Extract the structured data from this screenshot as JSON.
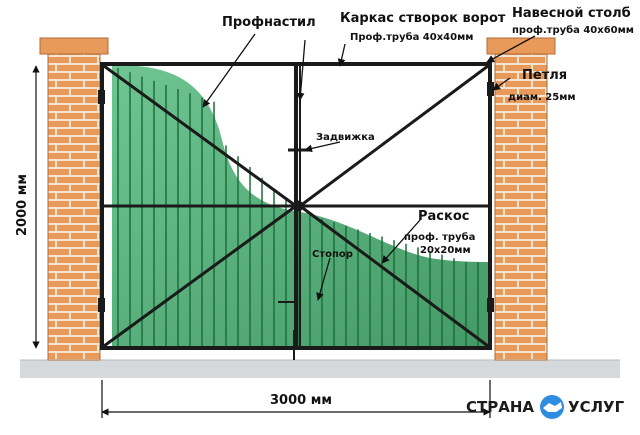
{
  "labels": {
    "profnastil": "Профнастил",
    "frame_title": "Каркас створок ворот",
    "frame_sub": "Проф.труба 40х40мм",
    "post_title": "Навесной столб",
    "post_sub": "проф.труба 40х60мм",
    "hinge_title": "Петля",
    "hinge_sub": "диам. 25мм",
    "latch": "Задвижка",
    "brace_title": "Раскос",
    "brace_sub1": "проф. труба",
    "brace_sub2": "20х20мм",
    "stopper": "Стопор",
    "height": "2000 мм",
    "width": "3000 мм"
  },
  "logo": {
    "left": "СТРАНА",
    "right": "УСЛУГ"
  },
  "colors": {
    "brick": "#e89a5a",
    "mortar": "#fff3e6",
    "sheet": "#43a866",
    "frame": "#1a1a1a",
    "ground": "#cfd3d6"
  }
}
